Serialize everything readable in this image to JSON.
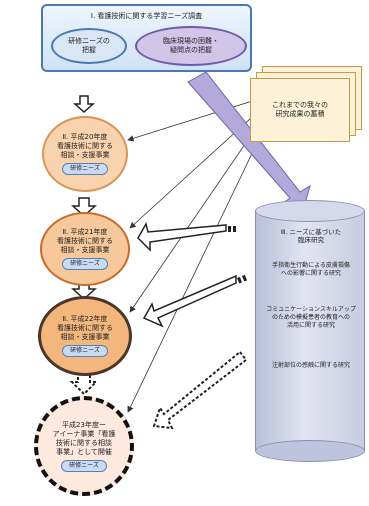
{
  "survey": {
    "title": "Ⅰ. 看護技術に関する学習ニーズ調査",
    "left_ellipse": "研修ニーズの\n把握",
    "right_ellipse": "臨床現場の困難・\n疑問点の把握"
  },
  "papers": {
    "label": "これまでの我々の\n研究成果の蓄積"
  },
  "nodes": [
    {
      "title": "Ⅱ. 平成20年度\n看護技術に関する\n相談・支援事業",
      "pill": "研修ニーズ"
    },
    {
      "title": "Ⅱ. 平成21年度\n看護技術に関する\n相談・支援事業",
      "pill": "研修ニーズ"
    },
    {
      "title": "Ⅱ. 平成22年度\n看護技術に関する\n相談・支援事業",
      "pill": "研修ニーズ"
    },
    {
      "title": "平成23年度ー\nアイーナ事業「看護\n技術に関する相談\n事業」として開催",
      "pill": "研修ニーズ"
    }
  ],
  "research": {
    "title": "Ⅲ. ニーズに基づいた\n臨床研究",
    "item1": "手指衛生行動による皮膚損傷\nへの影響に関する研究",
    "item2": "コミュニケーションスキルアップ\nのための模擬患者の教育への\n活用に関する研究",
    "item3": "注射部位の感触に関する研究"
  },
  "colors": {
    "accent_blue": "#4a78b0",
    "node_fill": "#f6c89a",
    "node_border": "#c86b2a",
    "cylinder": "#c8cce2",
    "arrow_purple": "#9a8fc8"
  }
}
